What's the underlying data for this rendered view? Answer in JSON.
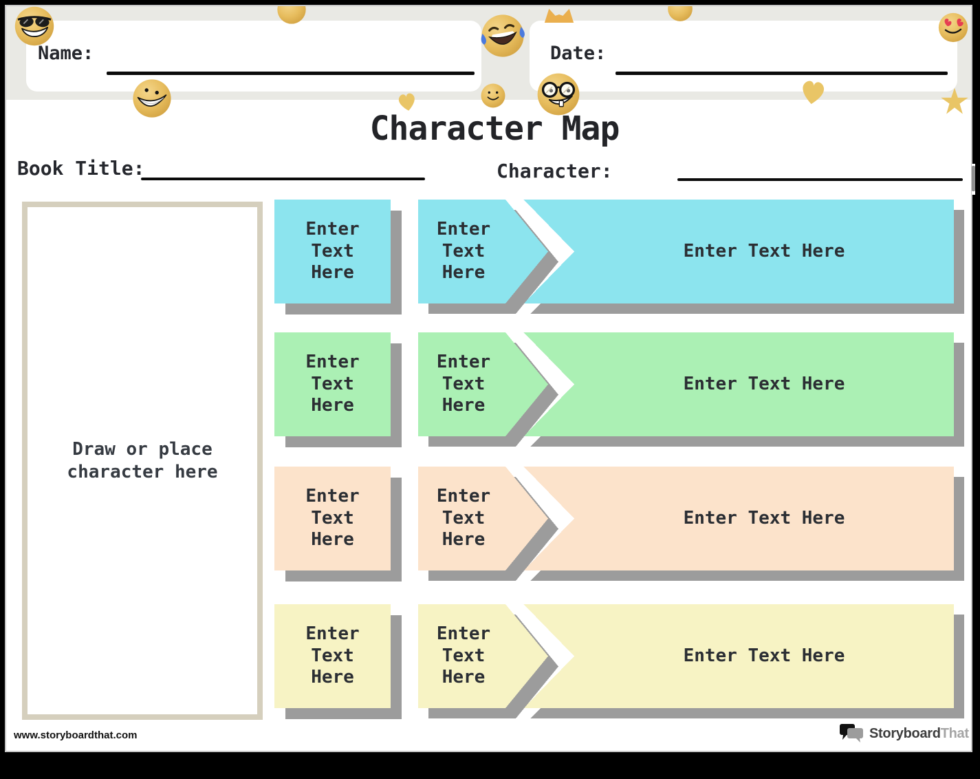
{
  "header": {
    "name_label": "Name:",
    "date_label": "Date:"
  },
  "title": "Character Map",
  "fields": {
    "book_title_label": "Book Title:",
    "character_label": "Character:"
  },
  "draw_box": {
    "text": "Draw or place character here"
  },
  "rows": [
    {
      "color": "#8ce4ee",
      "square_text": "Enter Text Here",
      "arrow_text": "Enter Text Here",
      "bar_text": "Enter Text Here"
    },
    {
      "color": "#abf0b4",
      "square_text": "Enter Text Here",
      "arrow_text": "Enter Text Here",
      "bar_text": "Enter Text Here"
    },
    {
      "color": "#fce3cb",
      "square_text": "Enter Text Here",
      "arrow_text": "Enter Text Here",
      "bar_text": "Enter Text Here"
    },
    {
      "color": "#f7f3c4",
      "square_text": "Enter Text Here",
      "arrow_text": "Enter Text Here",
      "bar_text": "Enter Text Here"
    }
  ],
  "colors": {
    "shadow": "#9c9c9c",
    "banner": "#e9e9e4",
    "draw_box_border": "#d5cfbd",
    "ink": "#26282e",
    "emoji_gold": "#e7bd5e",
    "frame": "#000000"
  },
  "decorations": [
    "emoji-cool",
    "emoji-joy",
    "emoji-heart-eyes",
    "emoji-grin",
    "emoji-smile",
    "emoji-nerd",
    "gold-heart-small",
    "gold-heart-large",
    "gold-star",
    "gold-cat-ears",
    "gold-circle-top-left",
    "gold-circle-top-right"
  ],
  "footer": {
    "website": "www.storyboardthat.com",
    "logo_primary": "Storyboard",
    "logo_secondary": "That"
  }
}
